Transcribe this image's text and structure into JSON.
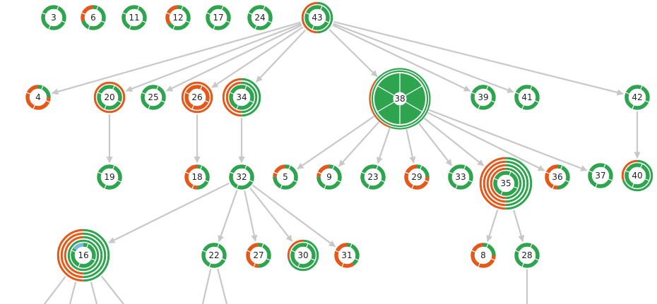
{
  "colors": {
    "green": "#2fa44f",
    "orange": "#e4591a",
    "blue": "#7fb6e0",
    "edge": "#c8c8c8",
    "label_bg": "#ffffff",
    "label_text": "#222222"
  },
  "nodes": [
    {
      "id": "3",
      "label": "3",
      "rings": [
        {
          "orange": 0.0
        }
      ]
    },
    {
      "id": "6",
      "label": "6",
      "rings": [
        {
          "orange": 0.3
        }
      ]
    },
    {
      "id": "11",
      "label": "11",
      "rings": [
        {
          "orange": 0.0
        }
      ]
    },
    {
      "id": "12",
      "label": "12",
      "rings": [
        {
          "orange": 0.35
        }
      ]
    },
    {
      "id": "17",
      "label": "17",
      "rings": [
        {
          "orange": 0.0
        }
      ]
    },
    {
      "id": "24",
      "label": "24",
      "rings": [
        {
          "orange": 0.0
        }
      ]
    },
    {
      "id": "43",
      "label": "43",
      "rings": [
        {
          "orange": 0.0
        },
        {
          "orange": 0.5
        }
      ]
    },
    {
      "id": "4",
      "label": "4",
      "rings": [
        {
          "orange": 0.75
        }
      ]
    },
    {
      "id": "20",
      "label": "20",
      "rings": [
        {
          "orange": 0.0
        },
        {
          "orange": 1.0
        }
      ]
    },
    {
      "id": "25",
      "label": "25",
      "rings": [
        {
          "orange": 0.0
        }
      ]
    },
    {
      "id": "26",
      "label": "26",
      "rings": [
        {
          "orange": 1.0
        },
        {
          "orange": 1.0
        }
      ]
    },
    {
      "id": "34",
      "label": "34",
      "rings": [
        {
          "orange": 0.0
        },
        {
          "orange": 0.5
        },
        {
          "orange": 0.5
        }
      ]
    },
    {
      "id": "38",
      "label": "38",
      "rings": [
        {
          "orange": 0.0
        },
        {
          "orange": 0.0
        },
        {
          "orange": 0.3
        }
      ]
    },
    {
      "id": "39",
      "label": "39",
      "rings": [
        {
          "orange": 0.0
        }
      ]
    },
    {
      "id": "41",
      "label": "41",
      "rings": [
        {
          "orange": 0.0
        }
      ]
    },
    {
      "id": "42",
      "label": "42",
      "rings": [
        {
          "orange": 0.0
        }
      ]
    },
    {
      "id": "19",
      "label": "19",
      "rings": [
        {
          "orange": 0.0
        }
      ]
    },
    {
      "id": "18",
      "label": "18",
      "rings": [
        {
          "orange": 0.5
        }
      ]
    },
    {
      "id": "32",
      "label": "32",
      "rings": [
        {
          "orange": 0.0
        }
      ]
    },
    {
      "id": "5",
      "label": "5",
      "rings": [
        {
          "orange": 0.25
        }
      ]
    },
    {
      "id": "9",
      "label": "9",
      "rings": [
        {
          "orange": 0.25
        }
      ]
    },
    {
      "id": "23",
      "label": "23",
      "rings": [
        {
          "orange": 0.0
        }
      ]
    },
    {
      "id": "29",
      "label": "29",
      "rings": [
        {
          "orange": 0.75
        }
      ]
    },
    {
      "id": "33",
      "label": "33",
      "rings": [
        {
          "orange": 0.0
        }
      ]
    },
    {
      "id": "35",
      "label": "35",
      "rings": [
        {
          "orange": 0.0
        },
        {
          "orange": 0.5
        },
        {
          "orange": 0.5
        },
        {
          "orange": 0.5
        },
        {
          "orange": 0.5
        }
      ]
    },
    {
      "id": "36",
      "label": "36",
      "rings": [
        {
          "orange": 0.5
        }
      ]
    },
    {
      "id": "37",
      "label": "37",
      "rings": [
        {
          "orange": 0.0
        }
      ]
    },
    {
      "id": "40",
      "label": "40",
      "rings": [
        {
          "orange": 0.0
        },
        {
          "orange": 0.3
        }
      ]
    },
    {
      "id": "16",
      "label": "16",
      "rings": [
        {
          "orange": 0.0,
          "blue": 0.15
        },
        {
          "orange": 0.0
        },
        {
          "orange": 0.5
        },
        {
          "orange": 0.5
        },
        {
          "orange": 0.5
        }
      ]
    },
    {
      "id": "22",
      "label": "22",
      "rings": [
        {
          "orange": 0.0
        }
      ]
    },
    {
      "id": "27",
      "label": "27",
      "rings": [
        {
          "orange": 0.5
        }
      ]
    },
    {
      "id": "30",
      "label": "30",
      "rings": [
        {
          "orange": 0.0
        },
        {
          "orange": 0.3
        }
      ]
    },
    {
      "id": "31",
      "label": "31",
      "rings": [
        {
          "orange": 0.6
        }
      ]
    },
    {
      "id": "8",
      "label": "8",
      "rings": [
        {
          "orange": 0.75
        }
      ]
    },
    {
      "id": "28",
      "label": "28",
      "rings": [
        {
          "orange": 0.0
        }
      ]
    }
  ],
  "edges": [
    {
      "from": "43",
      "to": "4"
    },
    {
      "from": "43",
      "to": "20"
    },
    {
      "from": "43",
      "to": "25"
    },
    {
      "from": "43",
      "to": "26"
    },
    {
      "from": "43",
      "to": "34"
    },
    {
      "from": "43",
      "to": "38"
    },
    {
      "from": "43",
      "to": "39"
    },
    {
      "from": "43",
      "to": "41"
    },
    {
      "from": "43",
      "to": "42"
    },
    {
      "from": "20",
      "to": "19"
    },
    {
      "from": "26",
      "to": "18"
    },
    {
      "from": "34",
      "to": "32"
    },
    {
      "from": "42",
      "to": "40"
    },
    {
      "from": "38",
      "to": "5"
    },
    {
      "from": "38",
      "to": "9"
    },
    {
      "from": "38",
      "to": "23"
    },
    {
      "from": "38",
      "to": "29"
    },
    {
      "from": "38",
      "to": "33"
    },
    {
      "from": "38",
      "to": "35"
    },
    {
      "from": "38",
      "to": "36"
    },
    {
      "from": "38",
      "to": "37"
    },
    {
      "from": "32",
      "to": "16"
    },
    {
      "from": "32",
      "to": "22"
    },
    {
      "from": "32",
      "to": "27"
    },
    {
      "from": "32",
      "to": "30"
    },
    {
      "from": "32",
      "to": "31"
    },
    {
      "from": "35",
      "to": "8"
    },
    {
      "from": "35",
      "to": "28"
    }
  ]
}
